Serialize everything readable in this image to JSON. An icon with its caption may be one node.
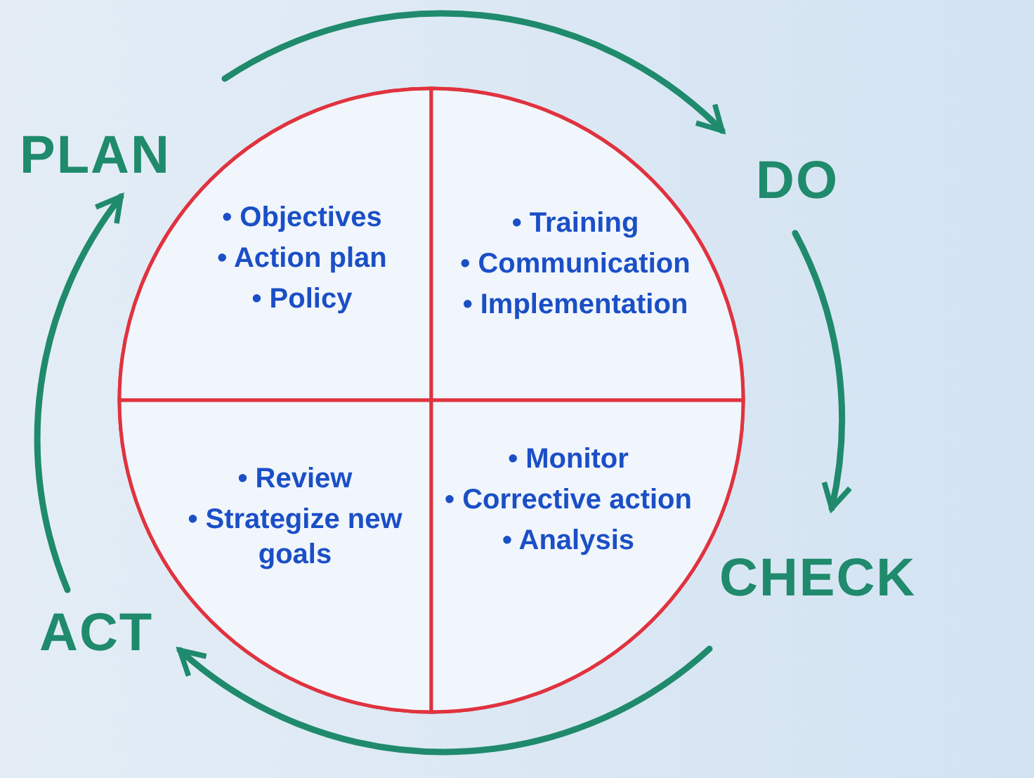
{
  "diagram": {
    "nodes": [
      {
        "text": [],
        "shape": "circle"
      },
      {
        "text": [
          "• Objectives",
          "• Action plan",
          "• Policy"
        ],
        "in": 0
      },
      {
        "text": [
          "• Training",
          "• Communication",
          "• Implementation"
        ],
        "in": 0
      },
      {
        "text": [
          "• Review",
          "• Strategize new goals"
        ],
        "in": 0
      },
      {
        "text": [
          "• Monitor",
          "• Corrective action",
          "• Analysis"
        ],
        "in": 0
      },
      {
        "text": [
          "PLAN"
        ]
      },
      {
        "text": [
          "DO"
        ]
      },
      {
        "text": [
          "CHECK"
        ]
      },
      {
        "text": [
          "ACT"
        ]
      }
    ],
    "edges": [
      {
        "from": 5,
        "to": 6,
        "arrow": "to"
      },
      {
        "from": 6,
        "to": 7,
        "arrow": "to"
      },
      {
        "from": 7,
        "to": 8,
        "arrow": "to"
      },
      {
        "from": 8,
        "to": 5,
        "arrow": "to"
      }
    ]
  }
}
